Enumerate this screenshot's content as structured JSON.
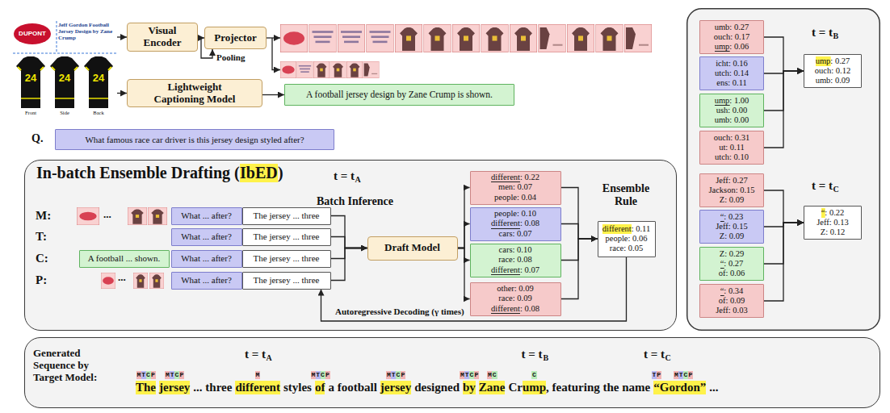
{
  "diagram": {
    "nodes": [
      {
        "text": [
          "DUPONT",
          "Jeff Gordon Football Jersey Design by Zane Crump",
          "24",
          "24",
          "24",
          "Front",
          "Side",
          "Back"
        ]
      },
      {
        "text": [
          "Visual Encoder"
        ]
      },
      {
        "text": [
          "Projector"
        ]
      },
      {
        "text": [
          "Lightweight Captioning Model"
        ]
      },
      {
        "text": [
          "A football jersey design by Zane Crump is shown."
        ]
      },
      {
        "text": [
          "Q.",
          "What famous race car driver is this jersey design styled after?"
        ]
      },
      {
        "text": [
          "In-batch Ensemble Drafting (",
          "IbED",
          ")"
        ]
      },
      {
        "text": [
          "What ... after?"
        ],
        "in": 6
      },
      {
        "text": [
          "The jersey ... three"
        ],
        "in": 6
      },
      {
        "text": [
          "What ... after?"
        ],
        "in": 6
      },
      {
        "text": [
          "The jersey ... three"
        ],
        "in": 6
      },
      {
        "text": [
          "A football ... shown."
        ],
        "in": 6
      },
      {
        "text": [
          "What ... after?"
        ],
        "in": 6
      },
      {
        "text": [
          "The jersey ... three"
        ],
        "in": 6
      },
      {
        "text": [
          "What ... after?"
        ],
        "in": 6
      },
      {
        "text": [
          "The jersey ... three"
        ],
        "in": 6
      },
      {
        "text": [
          "Draft Model"
        ],
        "in": 6
      },
      {
        "text": [
          "different: 0.22",
          "men: 0.07",
          "people: 0.04"
        ],
        "in": 6
      },
      {
        "text": [
          "people: 0.10",
          "different: 0.08",
          "cars: 0.07"
        ],
        "in": 6
      },
      {
        "text": [
          "cars: 0.10",
          "race: 0.08",
          "different: 0.07"
        ],
        "in": 6
      },
      {
        "text": [
          "other: 0.09",
          "race: 0.09",
          "different: 0.08"
        ],
        "in": 6
      },
      {
        "text": [
          "different: 0.11",
          "people: 0.06",
          "race: 0.05"
        ],
        "in": 6
      },
      {
        "text": [
          "umb: 0.27",
          "ouch: 0.17",
          "ump: 0.06"
        ]
      },
      {
        "text": [
          "icht: 0.16",
          "utch: 0.14",
          "ens: 0.11"
        ]
      },
      {
        "text": [
          "ump: 1.00",
          "ush: 0.00",
          "umb: 0.00"
        ]
      },
      {
        "text": [
          "ouch: 0.31",
          "ut: 0.11",
          "utch: 0.10"
        ]
      },
      {
        "text": [
          "ump: 0.27",
          "ouch: 0.12",
          "umb: 0.09"
        ]
      },
      {
        "text": [
          "Jeff: 0.27",
          "Jackson: 0.15",
          "Z: 0.09"
        ]
      },
      {
        "text": [
          "“: 0.23",
          "Jeff: 0.15",
          "Z: 0.09"
        ]
      },
      {
        "text": [
          "Z: 0.29",
          "“: 0.27",
          "of: 0.06"
        ]
      },
      {
        "text": [
          "“: 0.34",
          "of: 0.09",
          "Jeff: 0.03"
        ]
      },
      {
        "text": [
          "“: 0.22",
          "Jeff: 0.13",
          "Z: 0.12"
        ]
      },
      {
        "text": [
          "Generated Sequence by Target Model:"
        ]
      }
    ],
    "edges": [
      {
        "from": 0,
        "to": 1,
        "arrow": "to"
      },
      {
        "from": 0,
        "to": 3,
        "arrow": "to"
      },
      {
        "from": 1,
        "to": 2,
        "arrow": "to"
      },
      {
        "from": 3,
        "to": 4,
        "arrow": "to"
      },
      {
        "from": 8,
        "to": 16,
        "arrow": "to"
      },
      {
        "from": 10,
        "to": 16,
        "arrow": "to"
      },
      {
        "from": 13,
        "to": 16,
        "arrow": "to"
      },
      {
        "from": 15,
        "to": 16,
        "arrow": "to"
      },
      {
        "from": 16,
        "to": 17,
        "arrow": "to"
      },
      {
        "from": 16,
        "to": 18,
        "arrow": "to"
      },
      {
        "from": 16,
        "to": 19,
        "arrow": "to"
      },
      {
        "from": 16,
        "to": 20,
        "arrow": "to"
      },
      {
        "from": 17,
        "to": 21,
        "arrow": "to"
      },
      {
        "from": 18,
        "to": 21,
        "arrow": "to"
      },
      {
        "from": 19,
        "to": 21,
        "arrow": "to"
      },
      {
        "from": 20,
        "to": 21,
        "arrow": "to"
      },
      {
        "from": 21,
        "to": 15,
        "arrow": "to",
        "label": "Autoregressive Decoding (γ times)"
      },
      {
        "from": 22,
        "to": 26,
        "arrow": "to"
      },
      {
        "from": 23,
        "to": 26,
        "arrow": "to"
      },
      {
        "from": 24,
        "to": 26,
        "arrow": "to"
      },
      {
        "from": 25,
        "to": 26,
        "arrow": "to"
      },
      {
        "from": 27,
        "to": 31,
        "arrow": "to"
      },
      {
        "from": 28,
        "to": 31,
        "arrow": "to"
      },
      {
        "from": 29,
        "to": 31,
        "arrow": "to"
      },
      {
        "from": 30,
        "to": 31,
        "arrow": "to"
      }
    ],
    "labels": [
      "Pooling",
      "M:",
      "T:",
      "C:",
      "P:",
      "...",
      "...",
      "t = t",
      "A",
      "Batch Inference",
      "Ensemble Rule",
      "t = t",
      "B",
      "t = t",
      "C",
      "The",
      "jersey",
      "... three",
      "different",
      "styles",
      "of",
      "a football",
      "jersey",
      "designed",
      "by",
      "Zane",
      "Cr",
      "ump",
      ", featuring the name",
      "“",
      "Gordon”",
      "...",
      "MTCP",
      "MTCP",
      "M",
      "MTCP",
      "MTCP",
      "MTCP",
      "MC",
      "C",
      "TP",
      "MTCP",
      "t = t",
      "A",
      "t = t",
      "B",
      "t = t",
      "C"
    ]
  }
}
